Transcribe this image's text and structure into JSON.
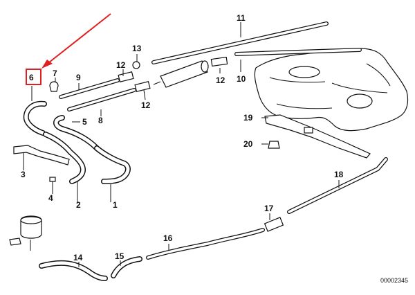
{
  "diagram": {
    "reference_code": "00002345",
    "accent_color": "#e02020",
    "highlight_label": "6",
    "part_labels": [
      "1",
      "2",
      "3",
      "4",
      "5",
      "7",
      "8",
      "9",
      "10",
      "11",
      "12",
      "12",
      "12",
      "13",
      "14",
      "15",
      "16",
      "17",
      "18",
      "19",
      "20"
    ]
  }
}
